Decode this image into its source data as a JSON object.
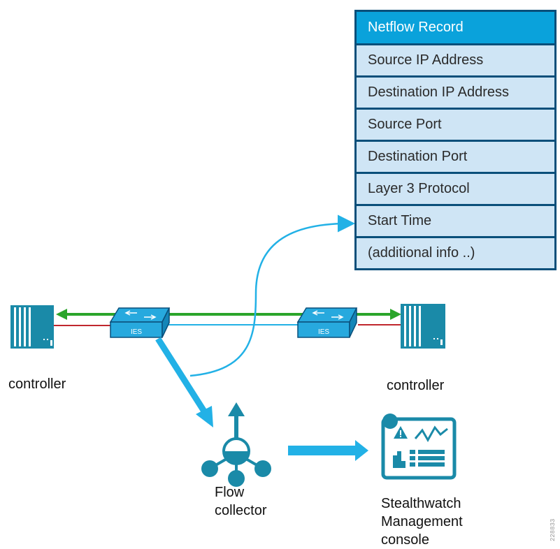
{
  "netflow_record": {
    "header": "Netflow Record",
    "rows": [
      "Source IP Address",
      "Destination IP Address",
      "Source Port",
      "Destination Port",
      "Layer 3 Protocol",
      "Start Time",
      "(additional info ..)"
    ]
  },
  "nodes": {
    "controller_left": "controller",
    "controller_right": "controller",
    "switch_left": "IES",
    "switch_right": "IES",
    "flow_collector": [
      "Flow",
      "collector"
    ],
    "management_console": [
      "Stealthwatch",
      "Management",
      "console"
    ]
  },
  "colors": {
    "header_blue": "#0aa2db",
    "table_border": "#0a4f7a",
    "row_fill": "#cfe5f5",
    "icon_teal": "#1a8aa8",
    "flow_arrow": "#22b1e6",
    "green_link": "#2aa52a",
    "red_link": "#c0272d"
  },
  "side_mark": "228833"
}
